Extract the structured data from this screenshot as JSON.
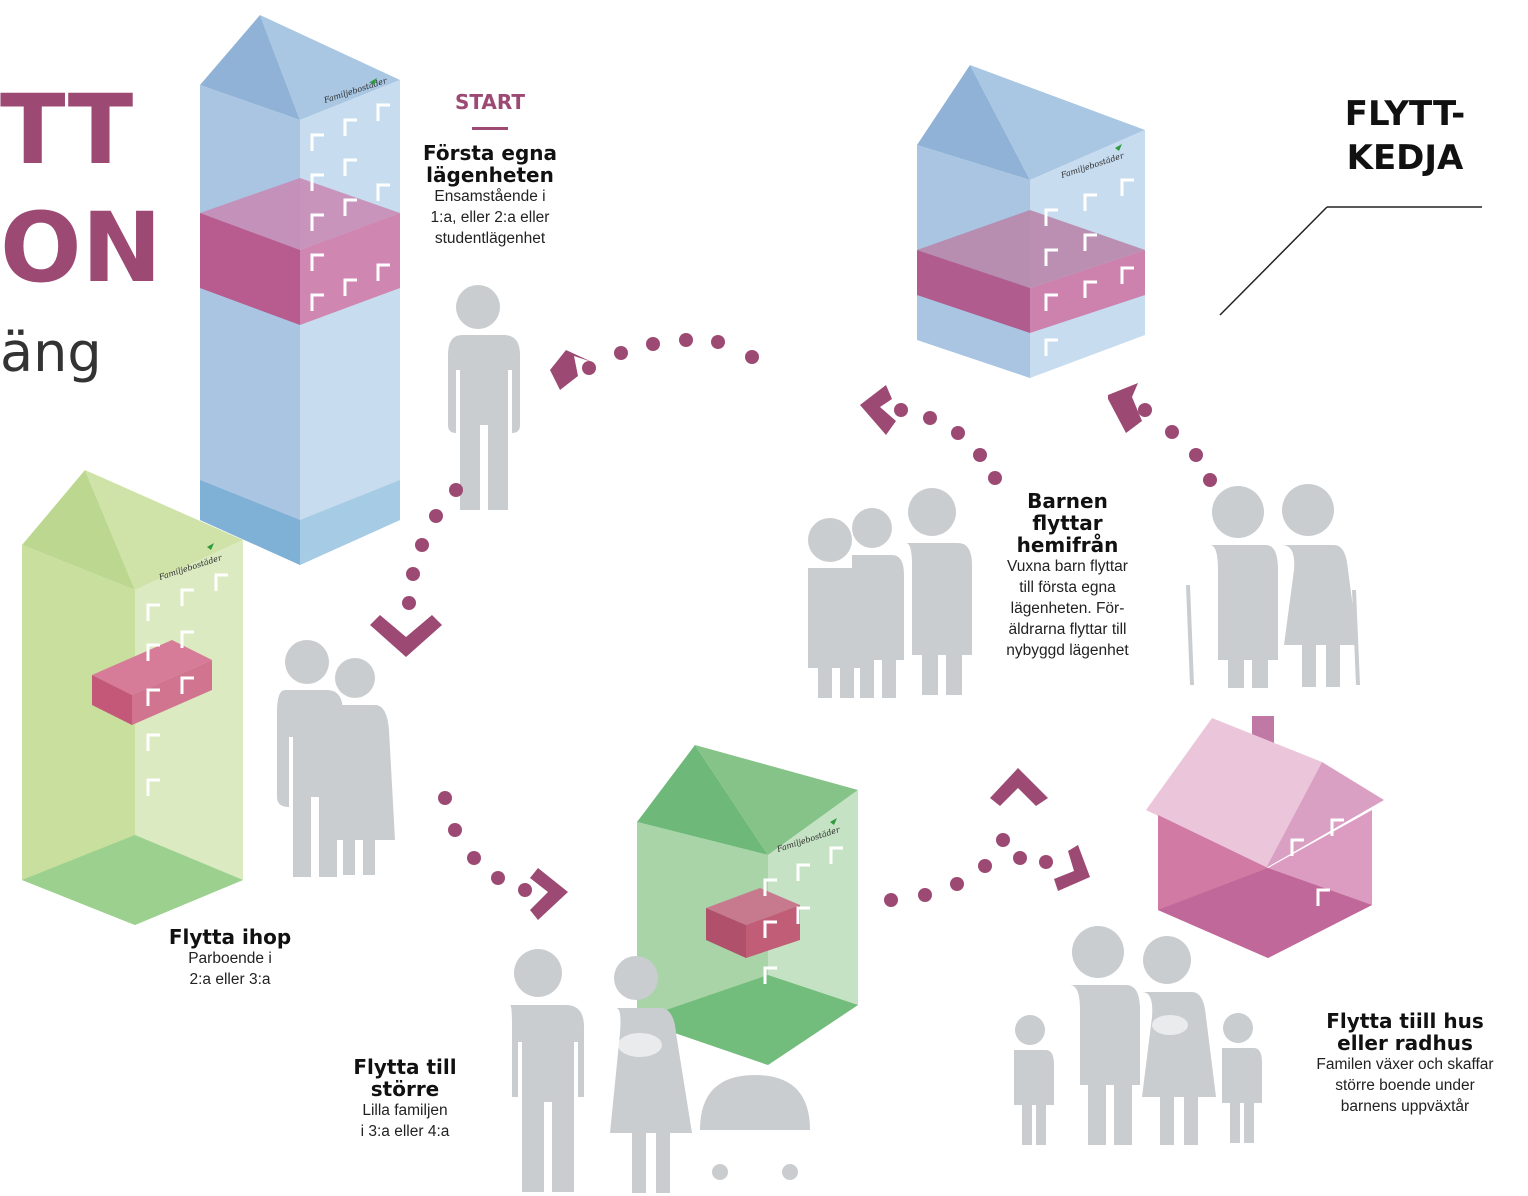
{
  "title_fragments": {
    "line1": "TT",
    "line2": "ON",
    "line3": "äng"
  },
  "chain_title": {
    "line1": "FLYTT-",
    "line2": "KEDJA"
  },
  "logo_text": "Familjebostäder",
  "steps": {
    "start": {
      "tag": "START",
      "heading1": "Första egna",
      "heading2": "lägenheten",
      "body1": "Ensamstående i",
      "body2": "1:a, eller 2:a eller",
      "body3": "studentlägenhet"
    },
    "move_in": {
      "heading1": "Flytta ihop",
      "body1": "Parboende i",
      "body2": "2:a eller 3:a"
    },
    "bigger": {
      "heading1": "Flytta till",
      "heading2": "större",
      "body1": "Lilla familjen",
      "body2": "i 3:a eller 4:a"
    },
    "house": {
      "heading1": "Flytta tiill hus",
      "heading2": "eller radhus",
      "body1": "Familen växer och skaffar",
      "body2": "större boende under",
      "body3": "barnens uppväxtår"
    },
    "children_leave": {
      "heading1": "Barnen",
      "heading2": "flyttar",
      "heading3": "hemifrån",
      "body1": "Vuxna barn flyttar",
      "body2": "till första egna",
      "body3": "lägenheten. För-",
      "body4": "äldrarna flyttar till",
      "body5": "nybyggd lägenhet"
    }
  },
  "colors": {
    "accent": "#9c4a73",
    "figure": "#c9cdd0",
    "blue_building": "#a9c7e3",
    "green_building": "#cfe3a8",
    "dark_green_building": "#93cc98",
    "pink_house": "#d88fb8",
    "highlight_floor": "#b85b8f"
  }
}
